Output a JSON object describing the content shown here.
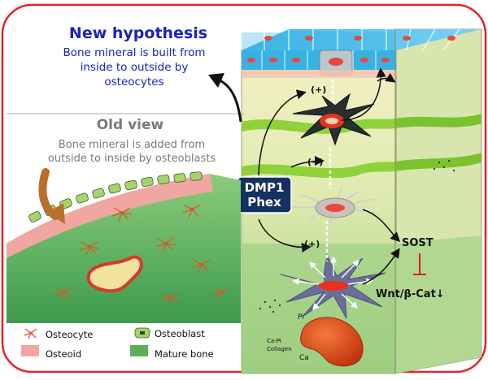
{
  "new_hypothesis": {
    "title": "New hypothesis",
    "body": [
      "Bone mineral is built from",
      "inside to outside by",
      "osteocytes"
    ]
  },
  "old_view": {
    "title": "Old view",
    "body": [
      "Bone mineral is added from",
      "outside to inside by osteoblasts"
    ]
  },
  "legend": {
    "osteocyte": "Osteocyte",
    "osteoblast": "Osteoblast",
    "osteoid": "Osteoid",
    "mature_bone": "Mature bone"
  },
  "pathway": {
    "dmp1": "DMP1",
    "phex": "Phex",
    "plus": "(+)",
    "sost": "SOST",
    "wnt": "Wnt/β-Cat↓",
    "pi": "Pi",
    "ca": "Ca",
    "ca_pi": "Ca-Pi",
    "collagen": "Collagen"
  },
  "colors": {
    "frame": "#e0242a",
    "title_blue": "#1a23b8",
    "old_text": "#7a7a7a",
    "mature_bone": "#5fae5c",
    "osteoid": "#f1a5a5",
    "osteoblast": "#9ccf5a",
    "dmp1_box": "#14325f",
    "inhibit": "#d42020"
  }
}
